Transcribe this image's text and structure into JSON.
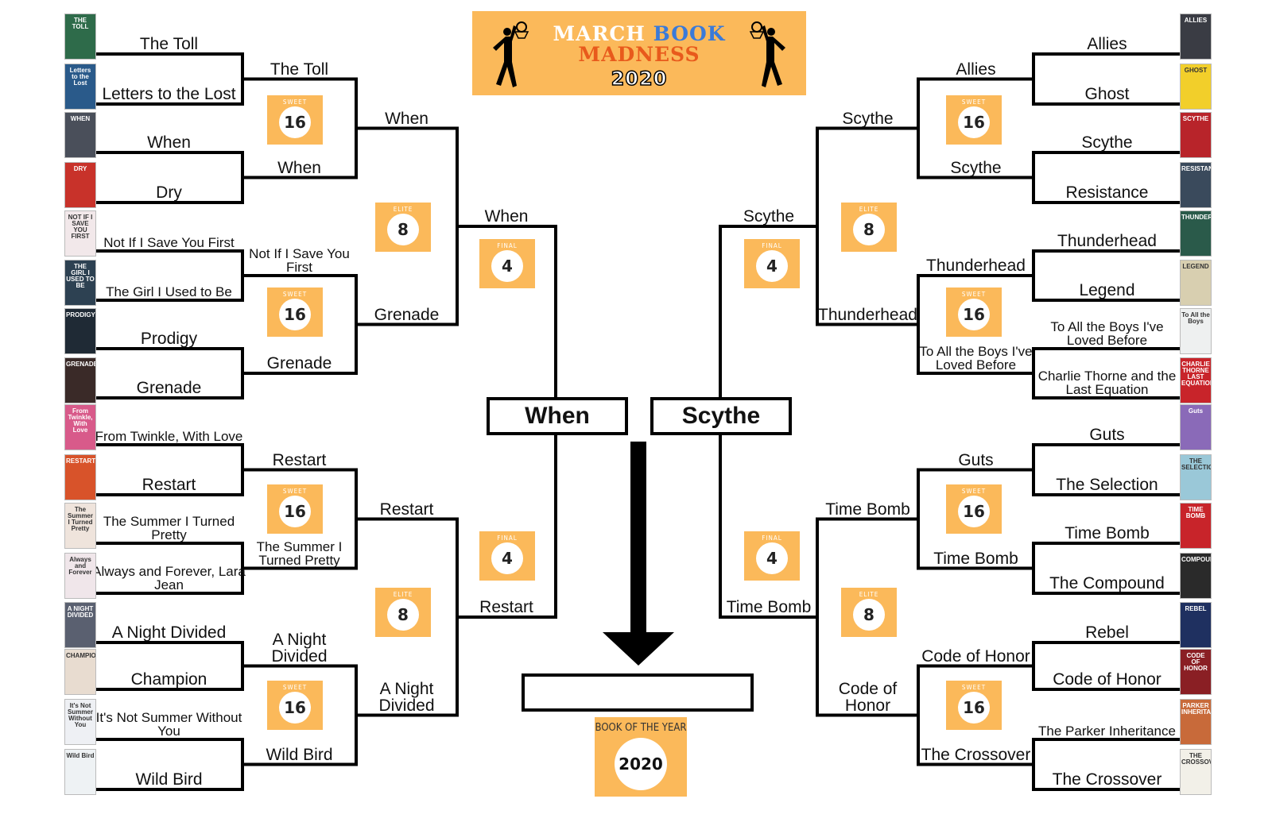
{
  "banner": {
    "line1a": "MARCH",
    "line1b": "BOOK",
    "line2": "MADNESS",
    "year": "2020",
    "bg": "#fbb95a",
    "white": "#ffffff",
    "blue": "#3a7ad9",
    "orange": "#e85a1c"
  },
  "badges": {
    "sweet16": {
      "title": "SWEET",
      "num": "16"
    },
    "elite8": {
      "title": "ELITE",
      "num": "8"
    },
    "final4": {
      "title": "FINAL",
      "num": "4"
    }
  },
  "book_of_year": {
    "title": "BOOK OF THE YEAR",
    "num": "2020"
  },
  "finalists": {
    "left": "When",
    "right": "Scythe",
    "winner": ""
  },
  "left_top": {
    "r1": [
      "The Toll",
      "Letters to the Lost",
      "When",
      "Dry",
      "Not If I Save You First",
      "The Girl I Used to Be",
      "Prodigy",
      "Grenade"
    ],
    "r2": [
      "The Toll",
      "When",
      "Not If I Save You First",
      "Grenade"
    ],
    "r3": [
      "When",
      "Grenade"
    ],
    "r4": "When"
  },
  "left_bottom": {
    "r1": [
      "From Twinkle, With Love",
      "Restart",
      "The Summer I Turned Pretty",
      "Always and Forever, Lara Jean",
      "A Night Divided",
      "Champion",
      "It's Not Summer Without You",
      "Wild Bird"
    ],
    "r2": [
      "Restart",
      "The Summer I Turned Pretty",
      "A Night Divided",
      "Wild Bird"
    ],
    "r3": [
      "Restart",
      "A Night Divided"
    ],
    "r4": "Restart"
  },
  "right_top": {
    "r1": [
      "Allies",
      "Ghost",
      "Scythe",
      "Resistance",
      "Thunderhead",
      "Legend",
      "To All the Boys I've Loved Before",
      "Charlie Thorne and the Last Equation"
    ],
    "r2": [
      "Allies",
      "Scythe",
      "Thunderhead",
      "To All the Boys I've Loved Before"
    ],
    "r3": [
      "Scythe",
      "Thunderhead"
    ],
    "r4": "Scythe"
  },
  "right_bottom": {
    "r1": [
      "Guts",
      "The Selection",
      "Time Bomb",
      "The Compound",
      "Rebel",
      "Code of Honor",
      "The Parker Inheritance",
      "The Crossover"
    ],
    "r2": [
      "Guts",
      "Time Bomb",
      "Code of Honor",
      "The Crossover"
    ],
    "r3": [
      "Time Bomb",
      "Code of Honor"
    ],
    "r4": "Time Bomb"
  },
  "covers_left": [
    {
      "text": "THE TOLL",
      "color": "#2e6b4a"
    },
    {
      "text": "Letters to the Lost",
      "color": "#2a5a8a"
    },
    {
      "text": "WHEN",
      "color": "#4a4f5a"
    },
    {
      "text": "DRY",
      "color": "#c8322a"
    },
    {
      "text": "NOT IF I SAVE YOU FIRST",
      "color": "#f2e8ea"
    },
    {
      "text": "THE GIRL I USED TO BE",
      "color": "#2d4152"
    },
    {
      "text": "PRODIGY",
      "color": "#1f2a35"
    },
    {
      "text": "GRENADE",
      "color": "#3a2a28"
    },
    {
      "text": "From Twinkle, With Love",
      "color": "#d85a8a"
    },
    {
      "text": "RESTART",
      "color": "#d8532a"
    },
    {
      "text": "The Summer I Turned Pretty",
      "color": "#efe4dc"
    },
    {
      "text": "Always and Forever",
      "color": "#f0e6ea"
    },
    {
      "text": "A NIGHT DIVIDED",
      "color": "#5a6070"
    },
    {
      "text": "CHAMPION",
      "color": "#e8dcd0"
    },
    {
      "text": "It's Not Summer Without You",
      "color": "#eef0f4"
    },
    {
      "text": "Wild Bird",
      "color": "#eef2f4"
    }
  ],
  "covers_right": [
    {
      "text": "ALLIES",
      "color": "#3a3c44"
    },
    {
      "text": "GHOST",
      "color": "#f2cf2a"
    },
    {
      "text": "SCYTHE",
      "color": "#b8242a"
    },
    {
      "text": "RESISTANCE",
      "color": "#3a4a5c"
    },
    {
      "text": "THUNDERHEAD",
      "color": "#2a5a4a"
    },
    {
      "text": "LEGEND",
      "color": "#d8cfb0"
    },
    {
      "text": "To All the Boys",
      "color": "#eef0f0"
    },
    {
      "text": "CHARLIE THORNE LAST EQUATION",
      "color": "#c8242a"
    },
    {
      "text": "Guts",
      "color": "#8a6ab8"
    },
    {
      "text": "THE SELECTION",
      "color": "#9ac8d8"
    },
    {
      "text": "TIME BOMB",
      "color": "#c8242a"
    },
    {
      "text": "COMPOUND",
      "color": "#2a2a2a"
    },
    {
      "text": "REBEL",
      "color": "#1f3060"
    },
    {
      "text": "CODE OF HONOR",
      "color": "#8a1f24"
    },
    {
      "text": "PARKER INHERITANCE",
      "color": "#c86a3a"
    },
    {
      "text": "THE CROSSOVER",
      "color": "#f2f0e8"
    }
  ]
}
